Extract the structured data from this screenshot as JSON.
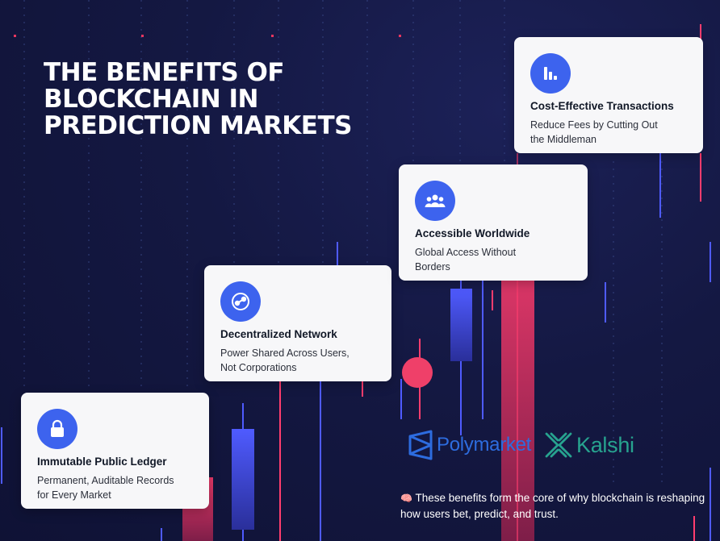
{
  "title": {
    "lines": [
      "THE BENEFITS OF",
      "BLOCKCHAIN IN",
      "PREDICTION MARKETS"
    ]
  },
  "cards": [
    {
      "title": "Immutable Public Ledger",
      "desc": [
        "Permanent, Auditable Records",
        "for Every Market"
      ],
      "icon": "padlock-icon"
    },
    {
      "title": "Decentralized Network",
      "desc": [
        "Power Shared Across Users,",
        "Not Corporations"
      ],
      "icon": "network-icon"
    },
    {
      "title": "Accessible Worldwide",
      "desc": [
        "Global Access Without",
        "Borders"
      ],
      "icon": "people-group-icon"
    },
    {
      "title": "Cost-Effective Transactions",
      "desc": [
        "Reduce Fees by Cutting Out",
        "the Middleman"
      ],
      "icon": "bar-chart-icon"
    }
  ],
  "logos": {
    "polymarket": "Polymarket",
    "kalshi": "Kalshi"
  },
  "footer": {
    "emoji": "🧠",
    "text": "These benefits form the core of why blockchain is reshaping how users bet, predict, and trust."
  },
  "colors": {
    "background": "#141842",
    "accent_blue": "#3d63ee",
    "candle_pink": "#e8365f",
    "polymarket_blue": "#2d6cdf",
    "kalshi_teal": "#27a38f"
  }
}
